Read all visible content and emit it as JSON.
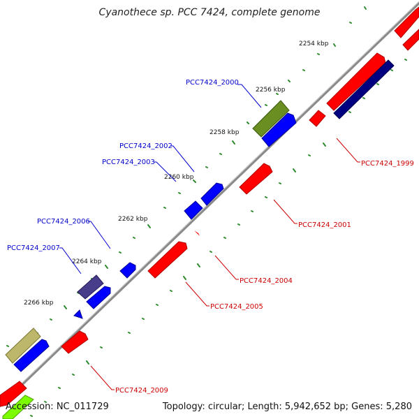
{
  "title": "Cyanothece sp. PCC 7424, complete genome",
  "footer": {
    "accession": "Accession: NC_011729",
    "summary": "Topology: circular; Length: 5,942,652 bp; Genes: 5,280"
  },
  "colors": {
    "forward_gene": "#0000ff",
    "reverse_gene": "#ff0000",
    "dark_navy_gene": "#000080",
    "olive_gene": "#6b8e23",
    "khaki_gene": "#bdb76b",
    "slate_gene": "#483d8b",
    "lime_gene": "#7cfc00",
    "tick_green": "#2e8b2e",
    "backbone": "#888888",
    "forward_label": "#0000cc",
    "reverse_label": "#cc0000"
  },
  "ticks": [
    {
      "label": "2254 kbp"
    },
    {
      "label": "2256 kbp"
    },
    {
      "label": "2258 kbp"
    },
    {
      "label": "2260 kbp"
    },
    {
      "label": "2262 kbp"
    },
    {
      "label": "2264 kbp"
    },
    {
      "label": "2266 kbp"
    }
  ],
  "genes": [
    {
      "label": "PCC7424_2000",
      "strand": "forward"
    },
    {
      "label": "PCC7424_2002",
      "strand": "forward"
    },
    {
      "label": "PCC7424_2003",
      "strand": "forward"
    },
    {
      "label": "PCC7424_2006",
      "strand": "forward"
    },
    {
      "label": "PCC7424_2007",
      "strand": "forward"
    },
    {
      "label": "PCC7424_1999",
      "strand": "reverse"
    },
    {
      "label": "PCC7424_2001",
      "strand": "reverse"
    },
    {
      "label": "PCC7424_2004",
      "strand": "reverse"
    },
    {
      "label": "PCC7424_2005",
      "strand": "reverse"
    },
    {
      "label": "PCC7424_2009",
      "strand": "reverse"
    }
  ]
}
